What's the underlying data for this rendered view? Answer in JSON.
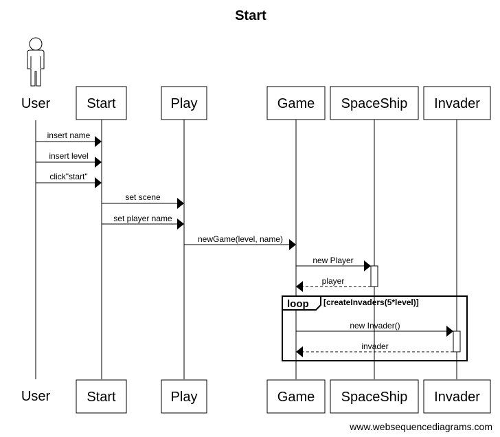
{
  "title": "Start",
  "participants": {
    "user": "User",
    "start": "Start",
    "play": "Play",
    "game": "Game",
    "spaceship": "SpaceShip",
    "invader": "Invader"
  },
  "messages": [
    {
      "from": "user",
      "to": "start",
      "label": "insert name",
      "style": "solid"
    },
    {
      "from": "user",
      "to": "start",
      "label": "insert level",
      "style": "solid"
    },
    {
      "from": "user",
      "to": "start",
      "label": "click\"start\"",
      "style": "solid"
    },
    {
      "from": "start",
      "to": "play",
      "label": "set scene",
      "style": "solid"
    },
    {
      "from": "start",
      "to": "play",
      "label": "set player name",
      "style": "solid"
    },
    {
      "from": "play",
      "to": "game",
      "label": "newGame(level, name)",
      "style": "solid"
    },
    {
      "from": "game",
      "to": "spaceship",
      "label": "new Player",
      "style": "solid"
    },
    {
      "from": "spaceship",
      "to": "game",
      "label": "player",
      "style": "dashed"
    },
    {
      "from": "game",
      "to": "invader",
      "label": "new Invader()",
      "style": "solid"
    },
    {
      "from": "invader",
      "to": "game",
      "label": "invader",
      "style": "dashed"
    }
  ],
  "loop": {
    "keyword": "loop",
    "guard": "[createInvaders(5*level)]"
  },
  "footer": "www.websequencediagrams.com"
}
